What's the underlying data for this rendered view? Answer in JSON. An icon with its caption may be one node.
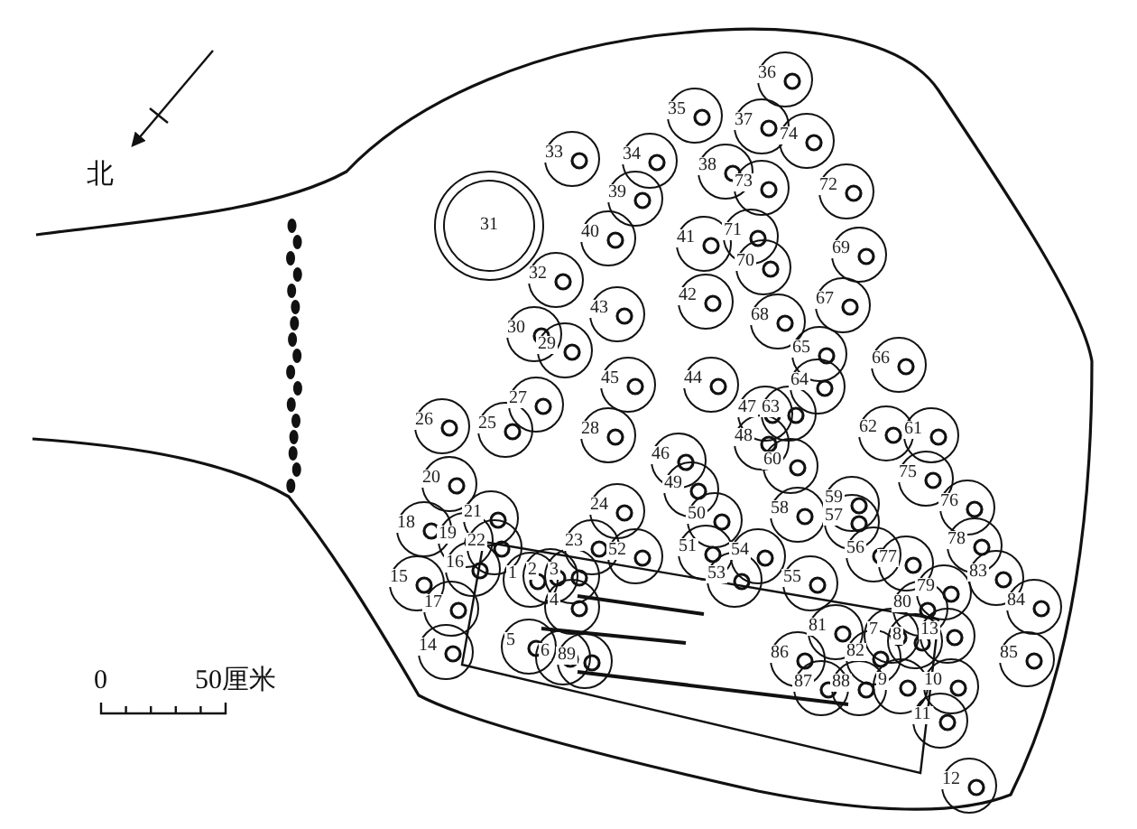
{
  "diagram": {
    "labels": [
      "北",
      "0",
      "50厘米",
      "1",
      "2",
      "3",
      "4",
      "5",
      "6",
      "7",
      "8",
      "9",
      "10",
      "11",
      "12",
      "13",
      "14",
      "15",
      "16",
      "17",
      "18",
      "19",
      "20",
      "21",
      "22",
      "23",
      "24",
      "25",
      "26",
      "27",
      "28",
      "29",
      "30",
      "31",
      "32",
      "33",
      "34",
      "35",
      "36",
      "37",
      "38",
      "39",
      "40",
      "41",
      "42",
      "43",
      "44",
      "45",
      "46",
      "47",
      "48",
      "49",
      "50",
      "51",
      "52",
      "53",
      "54",
      "55",
      "56",
      "57",
      "58",
      "59",
      "60",
      "61",
      "62",
      "63",
      "64",
      "65",
      "66",
      "67",
      "68",
      "69",
      "70",
      "71",
      "72",
      "73",
      "74",
      "75",
      "76",
      "77",
      "78",
      "79",
      "80",
      "81",
      "82",
      "83",
      "84",
      "85",
      "86",
      "87",
      "88",
      "89"
    ]
  }
}
